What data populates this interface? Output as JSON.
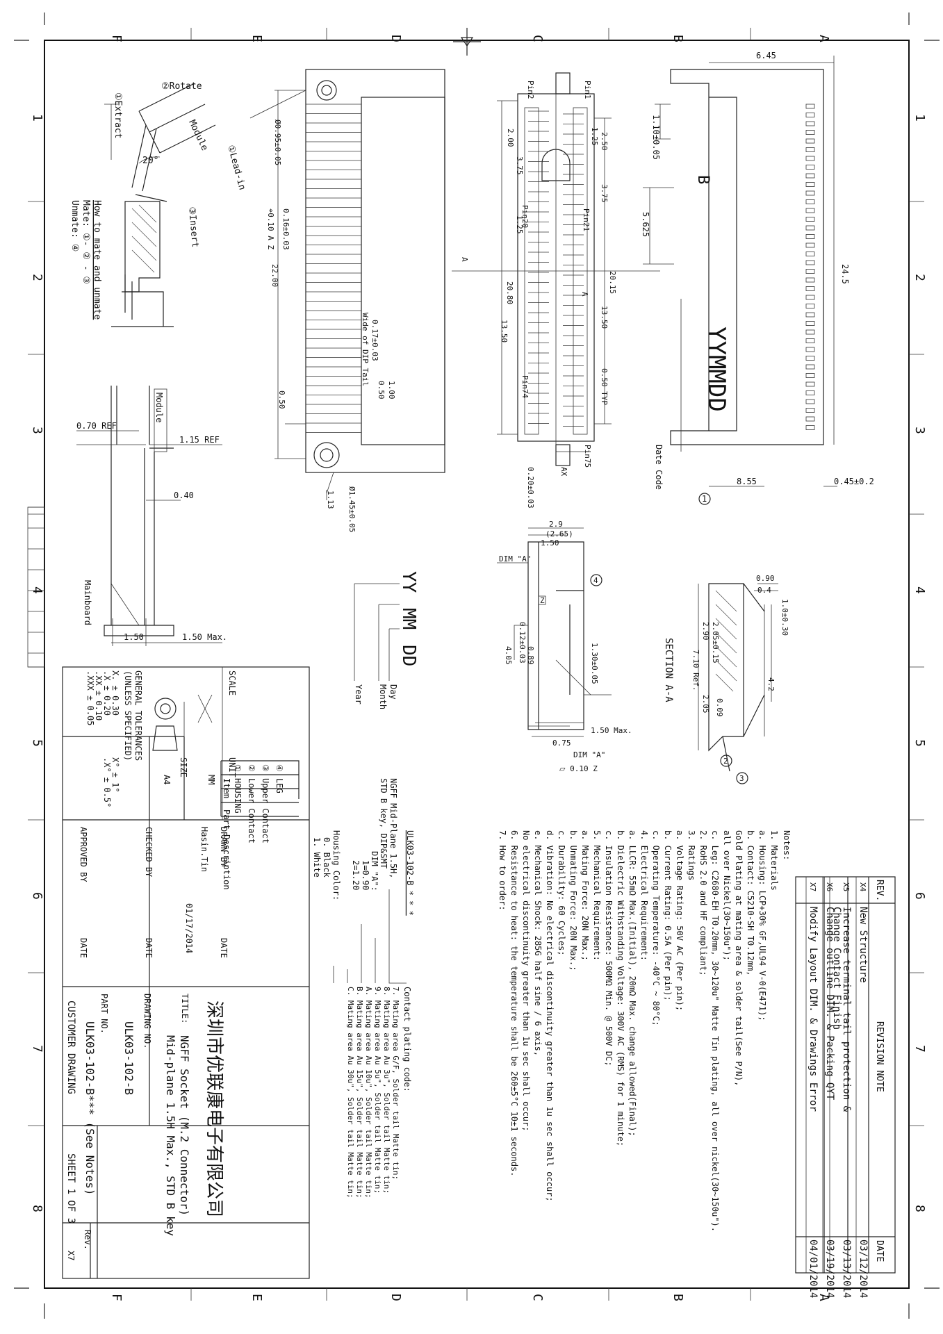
{
  "border": {
    "columns_top": [
      "F",
      "E",
      "D",
      "C",
      "B",
      "A"
    ],
    "rows": [
      "1",
      "2",
      "3",
      "4",
      "5",
      "6",
      "7",
      "8"
    ]
  },
  "mate_view": {
    "rotate": "②Rotate",
    "extract": "①Extract",
    "module": "Module",
    "lead_in": "①Lead-in",
    "insert": "③Insert",
    "angle": "20°",
    "how_title": "How to mate and unmate",
    "mate": "Mate: ①- ② - ③",
    "unmate": "Unmate: ④"
  },
  "side_view": {
    "module": "Module",
    "ref1": "0.70 REF",
    "ref2": "1.15 REF",
    "dim_040": "0.40",
    "mainboard": "Mainboard",
    "dim_150": "1.50",
    "dim_150max": "1.50 Max."
  },
  "top_view": {
    "hole_small": "Ø0.95±0.05",
    "pos_tol": "⌖0.10 A Z",
    "dim_016": "0.16±0.03",
    "dim_22": "22.00",
    "tail_width": "0.17±0.03",
    "tail_note": "Wide of DIP Tail",
    "dim_100": "1.00",
    "dim_050a": "0.50",
    "dim_050b": "0.50",
    "hole_big": "Ø1.45±0.05",
    "dim_113": "1.13"
  },
  "front_view": {
    "pin1": "Pin1",
    "pin2": "Pin2",
    "pin20": "Pin20",
    "pin21": "Pin21",
    "pin74": "Pin74",
    "pin75": "Pin75",
    "d200": "2.00",
    "d125a": "1.25",
    "d250": "2.50",
    "d375a": "3.75",
    "d375b": "3.75",
    "d125b": "1.25",
    "d2080": "20.80",
    "d2015": "20.15",
    "d1350a": "13.50",
    "d1350b": "13.50",
    "d050typ": "0.50 TYP",
    "d020": "0.20±0.03",
    "datum_a": "A",
    "datum_ax": "AX",
    "section": "A"
  },
  "right_view": {
    "d645": "6.45",
    "d110": "1.10±0.05",
    "d5625": "5.625",
    "d245": "24.5",
    "key": "B",
    "date_marking": "YYMMDD",
    "date_code": "Date Code",
    "d855": "8.55",
    "d045": "0.45±0.2",
    "balloon1": "1"
  },
  "detail": {
    "d29": "2.9",
    "d265": "(2.65)",
    "d150": "1.50",
    "dim_a": "DIM \"A\"",
    "z": "Z",
    "balloon4": "4",
    "d012": "0.12±0.03",
    "d089": "0.89",
    "d405": "4.05",
    "d130": "1.30±0.05",
    "d150max": "1.50 Max.",
    "d075": "0.75",
    "dim_a2": "DIM \"A\"",
    "flat": "⏥ 0.10 Z"
  },
  "legend_yymmdd": {
    "yy": "YY",
    "mm": "MM",
    "dd": "DD",
    "day": "Day",
    "month": "Month",
    "year": "Year"
  },
  "section_view": {
    "d090": "0.90",
    "d04": "0.4",
    "d103": "1.0±0.30",
    "d290": "2.90",
    "d205a": "2.05±0.15",
    "d710": "7.10 Ref.",
    "d42": "4.2",
    "d205b": "2.05",
    "d009": "0.09",
    "title": "SECTION A-A",
    "balloon2": "2",
    "balloon3": "3"
  },
  "notes": {
    "header": "Notes:",
    "lines": [
      "1. Materials",
      "a. Housing: LCP+30% GF,UL94 V-0(E471);",
      "b. Contact: C5210-SH T0.12mm,",
      "      Gold Plating at mating area & solder tail(See P/N),",
      "      all over Nickel(30~150u\");",
      "c. Leg: C2680-EH T0.20mm, 30~120u\" Matte Tin plating, all over nickel(30~150u\").",
      "2. RoHS 2.0 and HF compliant;",
      "3. Ratings",
      "a. Voltage Rating: 50V AC (Per pin);",
      "b. Current Rating: 0.5A (Per pin);",
      "c. Operating Temperature: -40°C ~ 80°C;",
      "4. Electrical Requirement:",
      "a. LLCR: 55mΩ Max.(Initial), 20mΩ Max. change allowed(Final);",
      "b. Dielectric Withstanding Voltage: 300V AC (RMS) for 1 minute;",
      "c. Insulation Resistance: 500MΩ Min. @ 500V DC;",
      "5. Mechanical Requirement:",
      "a. Mating Force: 20N Max.;",
      "b. Unmating Force: 20N Max.;",
      "c. Durability: 60 Cycles;",
      "d. Vibration: No electrical discontinuity greater than 1u sec shall occur;",
      "e. Mechanical Shock: 285G half sine / 6 axis,",
      "      No electrical discontinuity greater than 1u sec shall occur;",
      "6. Resistance to heat: the temperature shall be 260±5°C 10±1 seconds.",
      "7. How to order:"
    ]
  },
  "order": {
    "pn": "ULK03-102-B * * *",
    "ngff": "NGFF Mid-Plane 1.5H,",
    "stdb": "STD B key, DIP&SMT",
    "dim_a": "DIM \"A\":",
    "opt1": "1=0.90",
    "opt2": "2=1.20",
    "housing_color": "Housing Color:",
    "black": "0. Black",
    "white": "1. White",
    "plating_title": "Contact plating code:",
    "plating": [
      "7. Mating area G/F, Solder tail Matte tin;",
      "8. Mating area Au 3u\", Solder tail Matte tin;",
      "9. Mating area Au 5u\", Solder tail Matte tin;",
      "A. Mating area Au 10u\", Solder tail Matte tin;",
      "B. Mating area Au 15u\", Solder tail Matte tin;",
      "C. Mating area Au 30u\", Solder tail Matte tin;"
    ]
  },
  "revision": {
    "rev_h": "REV.",
    "note_h": "REVISION NOTE",
    "date_h": "DATE",
    "rows": [
      {
        "rev": "X4",
        "note": "New Structure",
        "date": "03/12/2014"
      },
      {
        "rev": "X5",
        "note": "Increase terminal tail protection &\nChange Contact Finish",
        "date": "03/13/2014"
      },
      {
        "rev": "X6",
        "note": "Change outline DIM. & Packing QYT",
        "date": "03/19/2014"
      },
      {
        "rev": "X7",
        "note": "Modify Layout DIM. & Drawings Error",
        "date": "04/01/2014"
      }
    ]
  },
  "parts": {
    "item_h": "Item",
    "desc_h": "Part Description",
    "rows": [
      {
        "item": "①",
        "desc": "HOUSING"
      },
      {
        "item": "②",
        "desc": "Lower Contact"
      },
      {
        "item": "③",
        "desc": "Upper Contact"
      },
      {
        "item": "④",
        "desc": "LEG"
      }
    ]
  },
  "title_block": {
    "scale": "SCALE",
    "unit": "UNIT",
    "unit_v": "MM",
    "size": "SIZE",
    "size_v": "A4",
    "tol_title": "GENERAL TOLERANCES",
    "tol_sub": "(UNLESS SPECIFIED)",
    "tol1": "X.      ± 0.30",
    "tol2": ".X      ± 0.20",
    "tol3": ".XX    ± 0.10",
    "tol4": ".XXX  ± 0.05",
    "tol5": "X°     ± 1°",
    "tol6": ".X°    ± 0.5°",
    "drawn_by": "DRAWN BY",
    "date_h": "DATE",
    "drawn_name": "Hasin.Tin",
    "drawn_date": "01/17/2014",
    "checked": "CHECKED BY",
    "checked_date": "DATE",
    "approved": "APPROVED BY",
    "approved_date": "DATE",
    "company": "深圳市优联康电子有限公司",
    "title_h": "TITLE:",
    "title1": "NGFF Socket (M.2 Connector)",
    "title2": "Mid-plane 1.5H Max., STD B key",
    "drawing_no_h": "DRAWING NO.",
    "drawing_no": "ULK03-102-B",
    "part_no_h": "PART NO.",
    "part_no": "ULK03-102-B*** (See Notes)",
    "customer": "CUSTOMER DRAWING",
    "sheet": "SHEET 1 OF 3",
    "rev_h": "Rev.",
    "rev_v": "X7"
  }
}
